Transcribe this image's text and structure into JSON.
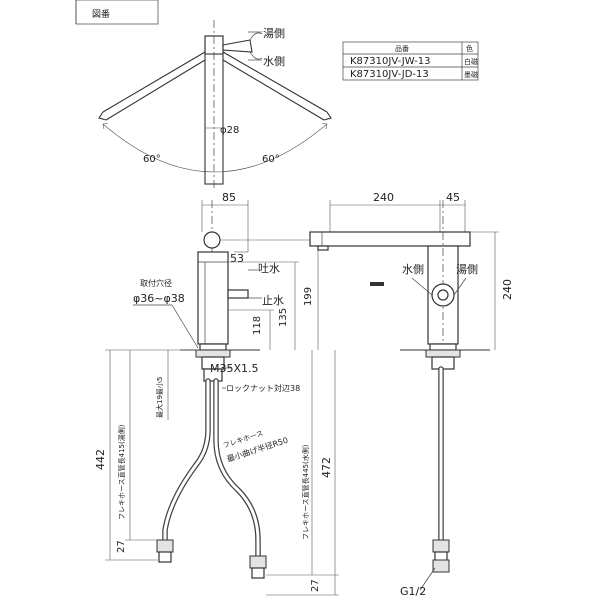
{
  "title_block": {
    "label": "図番"
  },
  "product_table": {
    "header_code": "品番",
    "header_color": "色",
    "rows": [
      {
        "code": "K87310JV-JW-13",
        "color": "白磁"
      },
      {
        "code": "K87310JV-JD-13",
        "color": "墨磁"
      }
    ]
  },
  "top_view": {
    "hot_side": "湯側",
    "cold_side": "水側",
    "diameter": "φ28",
    "angle_left": "60°",
    "angle_right": "60°"
  },
  "front_view": {
    "dim_85": "85",
    "dim_53": "53",
    "spout_label": "吐水",
    "stop_label": "止水",
    "mount_hole_label": "取付穴径",
    "mount_hole_value": "φ36~φ38",
    "dim_199": "199",
    "dim_135": "135",
    "dim_118": "118",
    "thread": "M35X1.5",
    "locknut": "ロックナット対辺38",
    "max_thickness": "最大19最小5",
    "dim_442": "442",
    "dim_472": "472",
    "hose_hot": "フレキホース直管長415(湯側)",
    "hose_cold": "フレキホース直管長445(水側)",
    "hose_bend_1": "フレキホース",
    "hose_bend_2": "最小曲げ半径R50",
    "dim_27_left": "27",
    "dim_27_bottom": "27"
  },
  "side_view": {
    "dim_240_top": "240",
    "dim_45": "45",
    "cold_label": "水側",
    "hot_label": "湯側",
    "dim_240_side": "240",
    "connection": "G1/2"
  }
}
